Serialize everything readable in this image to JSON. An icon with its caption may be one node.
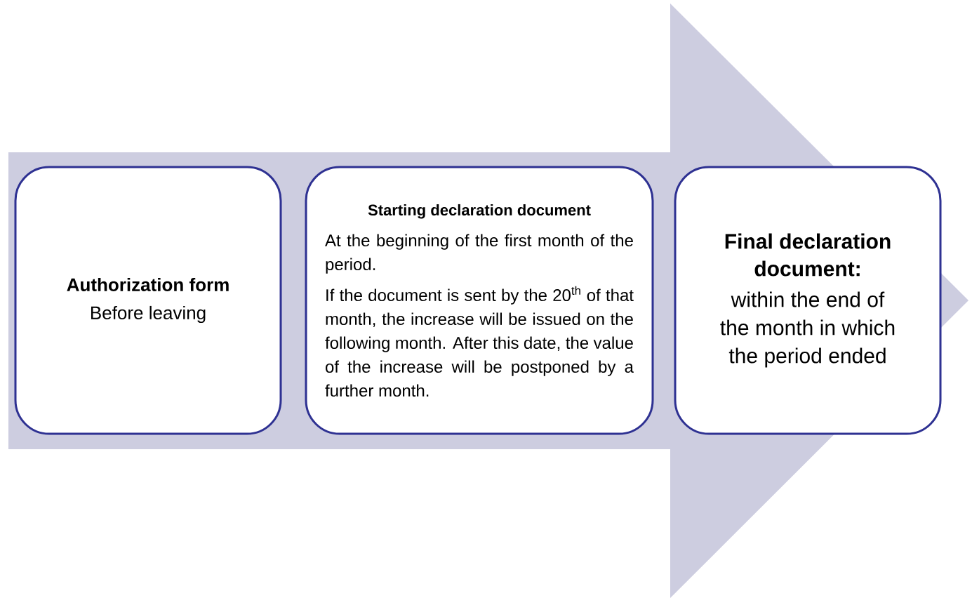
{
  "diagram": {
    "nodes": [
      {
        "text": [],
        "shape": "arrow"
      },
      {
        "text": [
          "Authorization form",
          "Before leaving"
        ],
        "in": 0
      },
      {
        "text": [
          "Starting declaration document",
          "At the beginning of the first month of the period.",
          "If the document is sent by the 20$^{th}$ of that month, the increase will be issued on the following month. After this date, the value of the increase will be postponed by a further month."
        ],
        "in": 0
      },
      {
        "text": [
          "Final declaration document:",
          "within the end of the month in which the period ended"
        ],
        "in": 0
      }
    ]
  }
}
